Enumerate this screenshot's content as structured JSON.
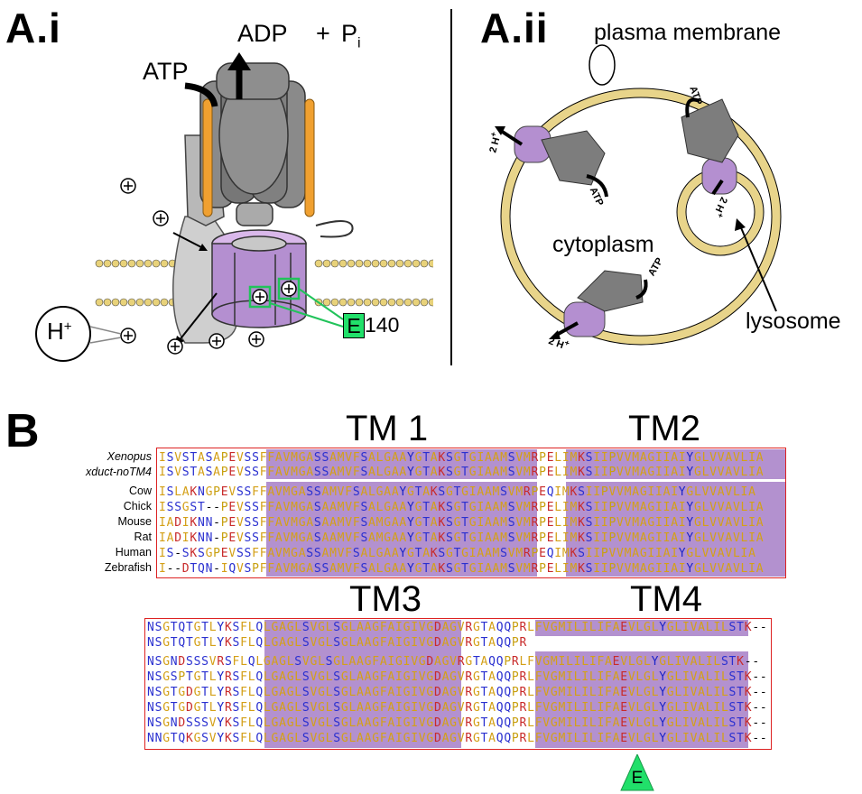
{
  "panels": {
    "a_i": {
      "label": "A.i",
      "atp": "ATP",
      "adp": "ADP",
      "plus": "+",
      "pi": "P",
      "pi_sub": "i",
      "h_plus": "H",
      "h_plus_sup": "+",
      "e140_letter": "E",
      "e140_number": "140"
    },
    "a_ii": {
      "label": "A.ii",
      "plasma_membrane": "plasma membrane",
      "cytoplasm": "cytoplasm",
      "lysosome": "lysosome",
      "atp": "ATP",
      "two_h": "2 H",
      "two_h_sup": "+"
    },
    "b": {
      "label": "B",
      "tm1": "TM 1",
      "tm2": "TM2",
      "tm3": "TM3",
      "tm4": "TM4",
      "marker_letter": "E",
      "species": [
        "Xenopus",
        "xduct-noTM4",
        "Cow",
        "Chick",
        "Mouse",
        "Rat",
        "Human",
        "Zebrafish"
      ],
      "block1": [
        "ISVSTASAPEVSSFFAVMGASSAMVFSALGAAYGTAKSGTGIAAMSVMRPELIMKSIIPVVMAGIIAIYGLVVAVLIA",
        "ISVSTASAPEVSSFFAVMGASSAMVFSALGAAYGTAKSGTGIAAMSVMRPELIMKSIIPVVMAGIIAIYGLVVAVLIA",
        "ISLAKNGPEVSSFFAVMGASSAMVFSALGAAYGTAKSGTGIAAMSVMRPEQIMKSIIPVVMAGIIAIYGLVVAVLIA",
        "ISSGST--PEVSSFFAVMGASAAMVFSALGAAYGTAKSGTGIAAMSVMRPELIMKSIIPVVMAGIIAIYGLVVAVLIA",
        "IADIKNN-PEVSSFFAVMGASAAMVFSAMGAAYGTAKSGTGIAAMSVMRPELIMKSIIPVVMAGIIAIYGLVVAVLIA",
        "IADIKNN-PEVSSFFAVMGASAAMVFSAMGAAYGTAKSGTGIAAMSVMRPELIMKSIIPVVMAGIIAIYGLVVAVLIA",
        "IS-SKSGPEVSSFFAVMGASSAMVFSALGAAYGTAKSGTGIAAMSVMRPEQIMKSIIPVVMAGIIAIYGLVVAVLIA",
        "I--DTQN-IQVSPFFAVMGASSAMVFSALGAAYGTAKSGTGIAAMSVMRPELIMKSIIPVVMAGIIAIYGLVVAVLIA"
      ],
      "block2": [
        "NSGTQTGTLYKSFLQLGAGLSVGLSGLAAGFAIGIVGDAGVRGTAQQPRLFVGMILILIFAEVLGLYGLIVALILSTK--",
        "NSGTQTGTLYKSFLQLGAGLSVGLSGLAAGFAIGIVGDAGVRGTAQQPR",
        "NSGNDSSSVRSFLQLGAGLSVGLSGLAAGFAIGIVGDAGVRGTAQQPRLFVGMILILIFAEVLGLYGLIVALILSTK--",
        "NSGSPTGTLYRSFLQLGAGLSVGLSGLAAGFAIGIVGDAGVRGTAQQPRLFVGMILILIFAEVLGLYGLIVALILSTK--",
        "NSGTGDGTLYRSFLQLGAGLSVGLSGLAAGFAIGIVGDAGVRGTAQQPRLFVGMILILIFAEVLGLYGLIVALILSTK--",
        "NSGTGDGTLYRSFLQLGAGLSVGLSGLAAGFAIGIVGDAGVRGTAQQPRLFVGMILILIFAEVLGLYGLIVALILSTK--",
        "NSGNDSSSVYKSFLQLGAGLSVGLSGLAAGFAIGIVGDAGVRGTAQQPRLFVGMILILIFAEVLGLYGLIVALILSTK--",
        "NNGTQKGSVYKSFLQLGAGLSVGLSGLAAGFAIGIVGDAGVRGTAQQPRLFVGMILILIFAEVLGLYGLIVALILSTK--"
      ]
    }
  },
  "colors": {
    "membrane_lipid": "#e8d27a",
    "purple_ring": "#b48fd0",
    "gray_dark": "#7a7a7a",
    "gray_light": "#c8c8c8",
    "orange_stator": "#f0a030",
    "cell_membrane": "#f0e2a8",
    "alignment_purple": "#b391cf",
    "alignment_border": "#d22222",
    "marker_green": "#21e06a"
  }
}
